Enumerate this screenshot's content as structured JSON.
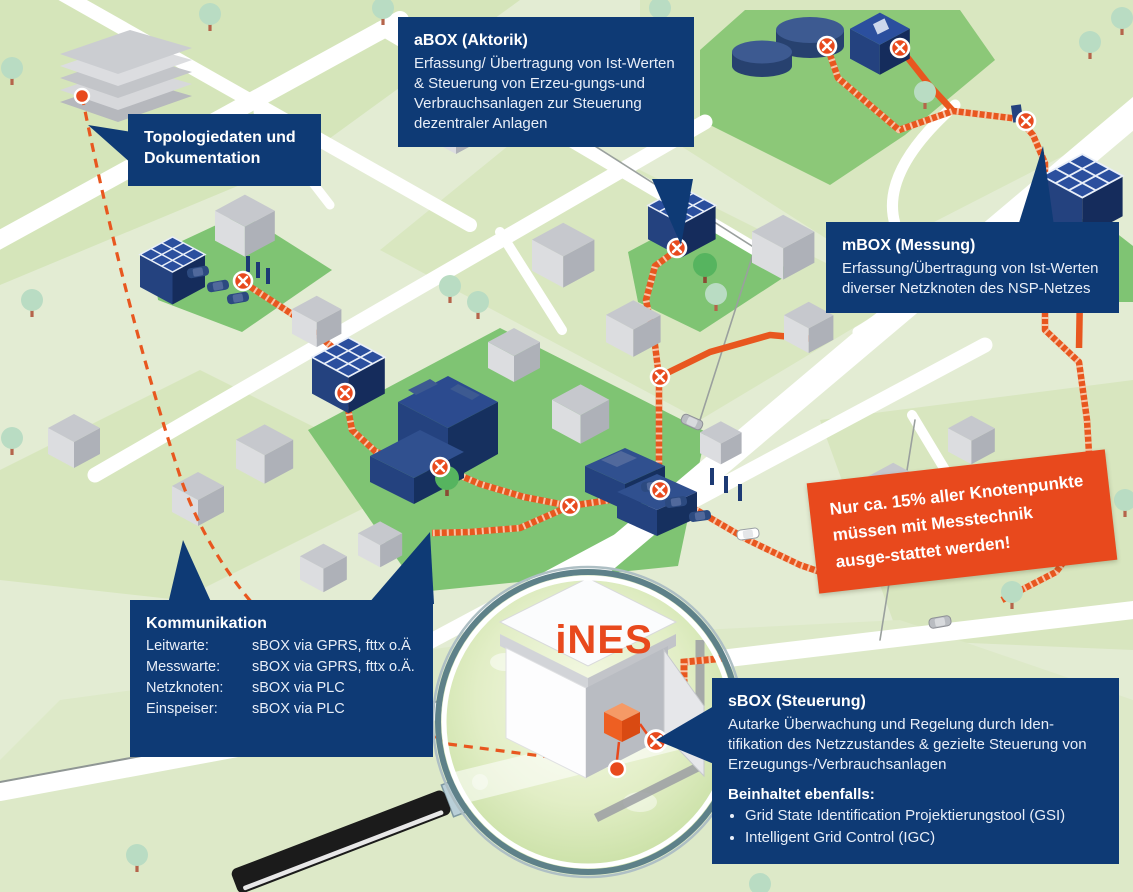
{
  "magnifier": {
    "label": "iNES"
  },
  "callouts": {
    "topology": {
      "title": "Topologiedaten und Dokumentation"
    },
    "abox": {
      "title": "aBOX (Aktorik)",
      "body": "Erfassung/ Übertragung von Ist-Werten & Steuerung von Erzeu-gungs-und Verbrauchsanlagen zur Steuerung dezentraler Anlagen"
    },
    "mbox": {
      "title": "mBOX (Messung)",
      "body": "Erfassung/Übertragung von Ist-Werten diverser Netzknoten des NSP-Netzes"
    },
    "kommunikation": {
      "title": "Kommunikation",
      "rows": [
        {
          "label": "Leitwarte:",
          "value": "sBOX via GPRS, fttx o.Ä"
        },
        {
          "label": "Messwarte:",
          "value": "sBOX via GPRS, fttx o.Ä."
        },
        {
          "label": "Netzknoten:",
          "value": "sBOX via PLC"
        },
        {
          "label": "Einspeiser:",
          "value": "sBOX via PLC"
        }
      ]
    },
    "sbox": {
      "title": "sBOX (Steuerung)",
      "body": "Autarke Überwachung und Regelung durch Iden-tifikation des Netzzustandes & gezielte Steuerung von Erzeugungs-/Verbrauchsanlagen",
      "subtitle": "Beinhaltet ebenfalls:",
      "bullets": [
        "Grid State Identification Projektierungstool (GSI)",
        "Intelligent Grid Control (IGC)"
      ]
    }
  },
  "banner": {
    "text": "Nur ca. 15% aller Knotenpunkte müssen mit Messtechnik ausge-stattet werden!"
  },
  "icons": {
    "network_node": "circle-with-x",
    "magnifier": "magnifying-glass",
    "tree": "circle-on-trunk"
  },
  "colors": {
    "callout_navy": "#0e3a75",
    "banner_orange": "#e8491d",
    "network_orange": "#e8571f",
    "map_background": "#e3ecd3",
    "lawn_green": "#7fc473",
    "house_blue": "#24427f",
    "ines_orange": "#e8491d"
  }
}
